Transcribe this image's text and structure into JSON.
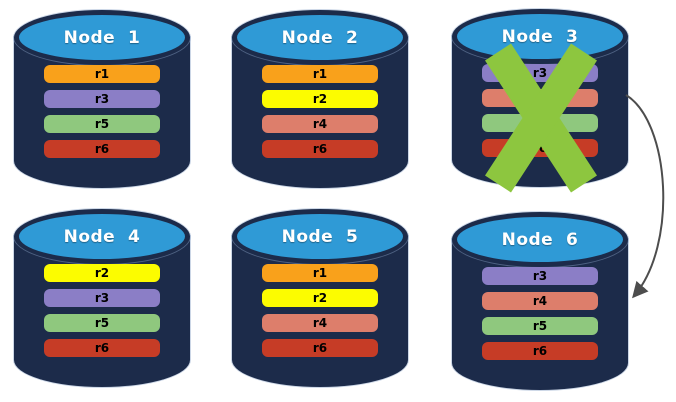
{
  "colors": {
    "cylinder_body": "#1c2b4a",
    "cylinder_top": "#2f9ad6",
    "node_title": "#ffffff",
    "row_label": "#000000",
    "failure_x": "#8dc63f",
    "arrow": "#4d4d4d"
  },
  "nodes": [
    {
      "label": "Node  1",
      "failed": false,
      "rows": [
        {
          "id": "r1",
          "color": "#f9a11b"
        },
        {
          "id": "r3",
          "color": "#8b7ec6"
        },
        {
          "id": "r5",
          "color": "#8fc87e"
        },
        {
          "id": "r6",
          "color": "#c63c26"
        }
      ]
    },
    {
      "label": "Node  2",
      "failed": false,
      "rows": [
        {
          "id": "r1",
          "color": "#f9a11b"
        },
        {
          "id": "r2",
          "color": "#fcfc00"
        },
        {
          "id": "r4",
          "color": "#dd7e6b"
        },
        {
          "id": "r6",
          "color": "#c63c26"
        }
      ]
    },
    {
      "label": "Node  3",
      "failed": true,
      "rows": [
        {
          "id": "r3",
          "color": "#8b7ec6"
        },
        {
          "id": "r4",
          "color": "#dd7e6b"
        },
        {
          "id": "r5",
          "color": "#8fc87e"
        },
        {
          "id": "r6",
          "color": "#c63c26"
        }
      ]
    },
    {
      "label": "Node  4",
      "failed": false,
      "rows": [
        {
          "id": "r2",
          "color": "#fcfc00"
        },
        {
          "id": "r3",
          "color": "#8b7ec6"
        },
        {
          "id": "r5",
          "color": "#8fc87e"
        },
        {
          "id": "r6",
          "color": "#c63c26"
        }
      ]
    },
    {
      "label": "Node  5",
      "failed": false,
      "rows": [
        {
          "id": "r1",
          "color": "#f9a11b"
        },
        {
          "id": "r2",
          "color": "#fcfc00"
        },
        {
          "id": "r4",
          "color": "#dd7e6b"
        },
        {
          "id": "r6",
          "color": "#c63c26"
        }
      ]
    },
    {
      "label": "Node  6",
      "failed": false,
      "rows": [
        {
          "id": "r3",
          "color": "#8b7ec6"
        },
        {
          "id": "r4",
          "color": "#dd7e6b"
        },
        {
          "id": "r5",
          "color": "#8fc87e"
        },
        {
          "id": "r6",
          "color": "#c63c26"
        }
      ]
    }
  ]
}
